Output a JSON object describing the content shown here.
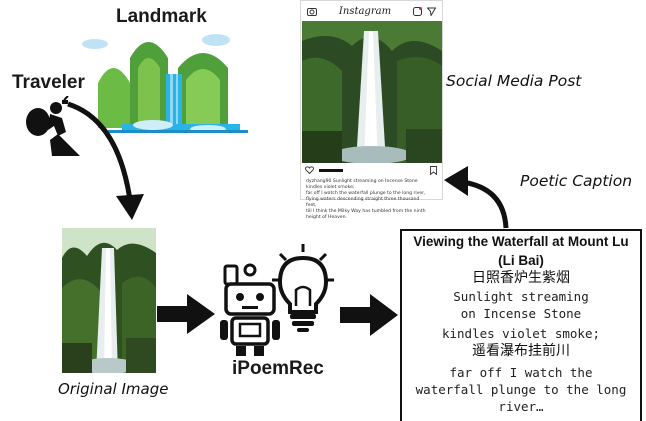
{
  "labels": {
    "landmark": "Landmark",
    "traveler": "Traveler",
    "social_post": "Social Media Post",
    "poetic_caption": "Poetic Caption",
    "original_image": "Original Image",
    "system": "iPoemRec"
  },
  "instagram": {
    "logo": "Instagram",
    "username": "dyzhang90",
    "caption_lines": [
      "dyzhang90 Sunlight streaming on Incense Stone",
      "kindles violet smoke;",
      "far off I watch the waterfall plunge to the long river,",
      "flying waters descending straight three thousand",
      "feet,",
      "till I think the Milky Way has tumbled from the ninth",
      "height of Heaven."
    ]
  },
  "poem": {
    "title_line1": "Viewing the Waterfall at Mount Lu",
    "title_line2": "(Li Bai)",
    "line1_cn": "日照香炉生紫烟",
    "line2_en": "Sunlight streaming",
    "line3_en": "on Incense Stone",
    "line4_en": "kindles violet smoke;",
    "line5_cn": "遥看瀑布挂前川",
    "line6_en": "far off I watch the",
    "line7_en": "waterfall plunge to the long",
    "line8_en": "river…"
  },
  "colors": {
    "mountain_green": "#5aa83a",
    "mountain_light": "#8fce58",
    "water_blue": "#2bb3e6",
    "cloud_blue": "#bfe3f5",
    "arrow": "#111111"
  }
}
